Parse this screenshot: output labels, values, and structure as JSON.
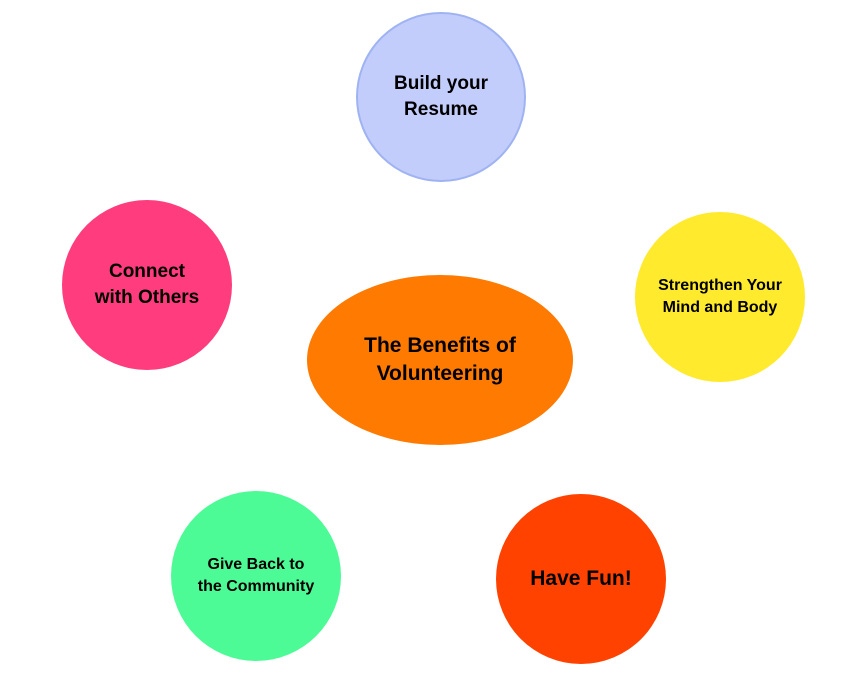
{
  "diagram": {
    "center": {
      "label": "The Benefits of\nVolunteering",
      "color": "#ff7a00"
    },
    "nodes": [
      {
        "id": "resume",
        "label": "Build your\nResume",
        "color": "#c3cdfb"
      },
      {
        "id": "mind",
        "label": "Strengthen Your\nMind and Body",
        "color": "#ffea2e"
      },
      {
        "id": "connect",
        "label": "Connect\nwith Others",
        "color": "#ff3c7d"
      },
      {
        "id": "give",
        "label": "Give Back to\nthe Community",
        "color": "#4dfb96"
      },
      {
        "id": "fun",
        "label": "Have Fun!",
        "color": "#ff4200"
      }
    ]
  }
}
